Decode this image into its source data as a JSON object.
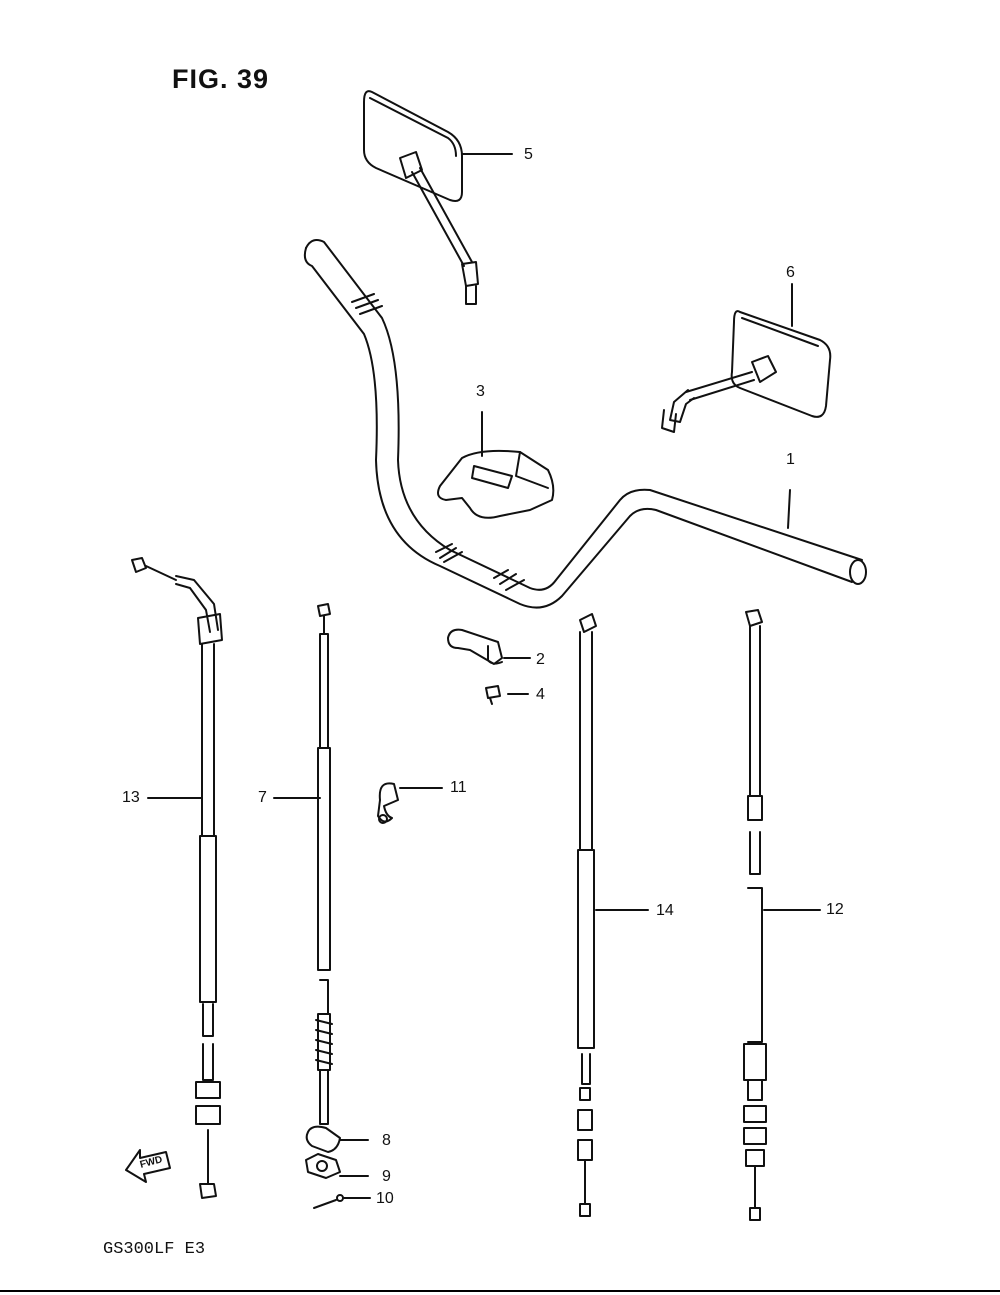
{
  "title": "FIG. 39",
  "model_code": "GS300LF  E3",
  "fwd_arrow_text": "FWD",
  "parts": [
    {
      "number": "1"
    },
    {
      "number": "2"
    },
    {
      "number": "3"
    },
    {
      "number": "4"
    },
    {
      "number": "5"
    },
    {
      "number": "6"
    },
    {
      "number": "7"
    },
    {
      "number": "8"
    },
    {
      "number": "9"
    },
    {
      "number": "10"
    },
    {
      "number": "11"
    },
    {
      "number": "12"
    },
    {
      "number": "13"
    },
    {
      "number": "14"
    }
  ]
}
